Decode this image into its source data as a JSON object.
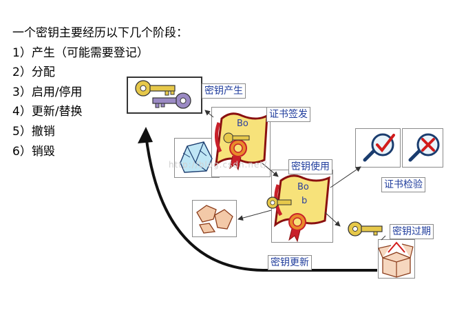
{
  "intro": {
    "heading": "一个密钥主要经历以下几个阶段：",
    "stages": [
      "1）产生（可能需要登记）",
      "2）分配",
      "3）启用/停用",
      "4）更新/替换",
      "5）撤销",
      "6）销毁"
    ]
  },
  "diagram": {
    "labels": {
      "generate": "密钥产生",
      "issue": "证书签发",
      "use": "密钥使用",
      "verify": "证书检验",
      "expire": "密钥过期",
      "update": "密钥更新"
    },
    "cert_text_top": "Bo",
    "cert_text_mid_1": "Bo",
    "cert_text_mid_2": "b",
    "watermark": "http://blog.csdn.net/"
  },
  "colors": {
    "label_text": "#1f3c9c",
    "key_gold": "#e6c84a",
    "key_purple": "#9b8ac4",
    "scroll_yellow": "#f7e27a",
    "scroll_red": "#c8202a",
    "arrow": "#111111"
  },
  "icons": [
    "key-icon",
    "certificate-scroll-icon",
    "broken-box-icon",
    "magnifier-check-icon",
    "magnifier-cross-icon",
    "open-box-icon"
  ]
}
